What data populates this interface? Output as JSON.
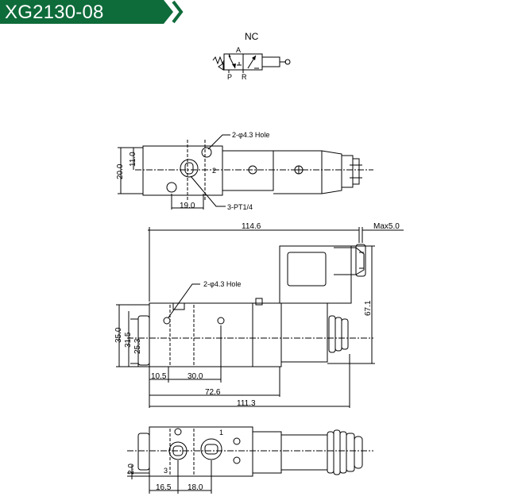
{
  "title": "XG2130-08",
  "colors": {
    "header_green": "#0e6b3a",
    "line": "#000000"
  },
  "symbol": {
    "label": "NC",
    "port_a": "A",
    "port_p": "P",
    "port_r": "R"
  },
  "top_view": {
    "hole_label": "2-φ4.3 Hole",
    "port_label": "3-PT1/4",
    "port_num": "2",
    "dim_height": "20.0",
    "dim_small": "11.0",
    "dim_width": "19.0"
  },
  "front_view": {
    "hole_label": "2-φ4.3 Hole",
    "max_label": "Max5.0",
    "dim_total": "114.6",
    "dim_height": "67.1",
    "dim_35": "35.0",
    "dim_315": "31.5",
    "dim_253": "25.3",
    "dim_105": "10.5",
    "dim_30": "30.0",
    "dim_726": "72.6",
    "dim_1113": "111.3"
  },
  "bottom_view": {
    "port_1": "1",
    "port_3": "3",
    "dim_20": "2.0",
    "dim_165": "16.5",
    "dim_18": "18.0"
  }
}
